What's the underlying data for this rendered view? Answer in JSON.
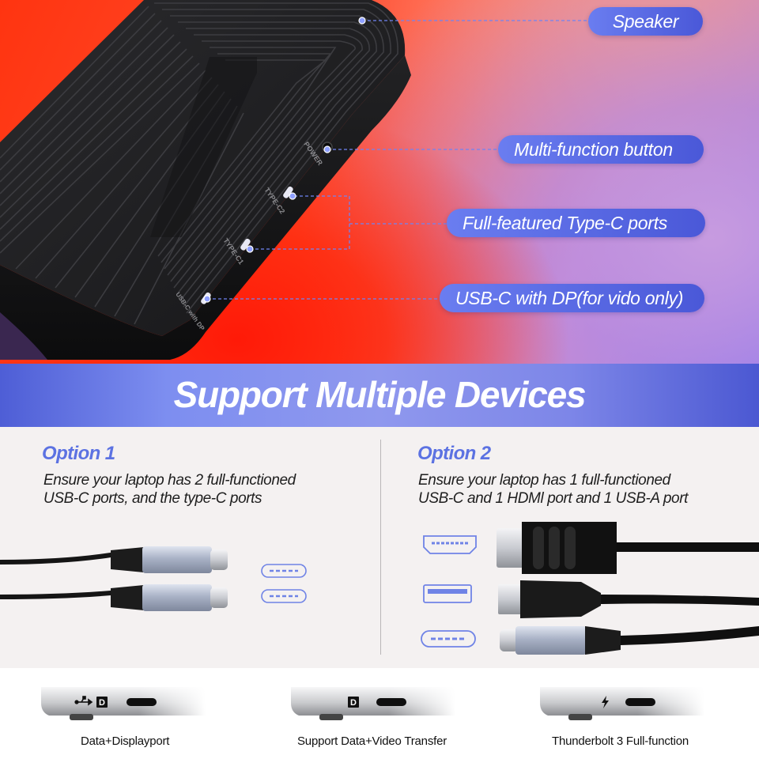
{
  "hero": {
    "callouts": {
      "speaker": "Speaker",
      "multi_function": "Multi-function button",
      "type_c_ports": "Full-featured Type-C ports",
      "usb_c_dp": "USB-C with DP(for vido only)"
    },
    "device_labels": {
      "power": "POWER",
      "type_c2": "TYPE-C2",
      "type_c1": "TYPE-C1",
      "usb_c_dp": "USB-C with DP"
    },
    "colors": {
      "callout": "#5566e0",
      "device": "#1b1b1d"
    }
  },
  "banner": {
    "title": "Support Multiple Devices"
  },
  "options": [
    {
      "title": "Option 1",
      "description_line1": "Ensure your laptop has 2 full-functioned",
      "description_line2": "USB-C ports, and the type-C ports",
      "port_icons": [
        "usb-c-port-icon",
        "usb-c-port-icon"
      ]
    },
    {
      "title": "Option 2",
      "description_line1": "Ensure your laptop has 1 full-functioned",
      "description_line2": "USB-C and 1 HDMl port and 1 USB-A port",
      "port_icons": [
        "hdmi-port-icon",
        "usb-a-port-icon",
        "usb-c-port-icon"
      ]
    }
  ],
  "laptops": [
    {
      "caption": "Data+Displayport",
      "icons": [
        "usb-icon",
        "displayport-icon",
        "usb-c-port-icon"
      ]
    },
    {
      "caption": "Support Data+Video Transfer",
      "icons": [
        "displayport-icon",
        "usb-c-port-icon"
      ]
    },
    {
      "caption": "Thunderbolt 3 Full-function",
      "icons": [
        "thunderbolt-icon",
        "usb-c-port-icon"
      ]
    }
  ],
  "colors": {
    "accent": "#5c72e2",
    "banner": "#7d8ef0",
    "port_outline": "#6f83e6"
  }
}
